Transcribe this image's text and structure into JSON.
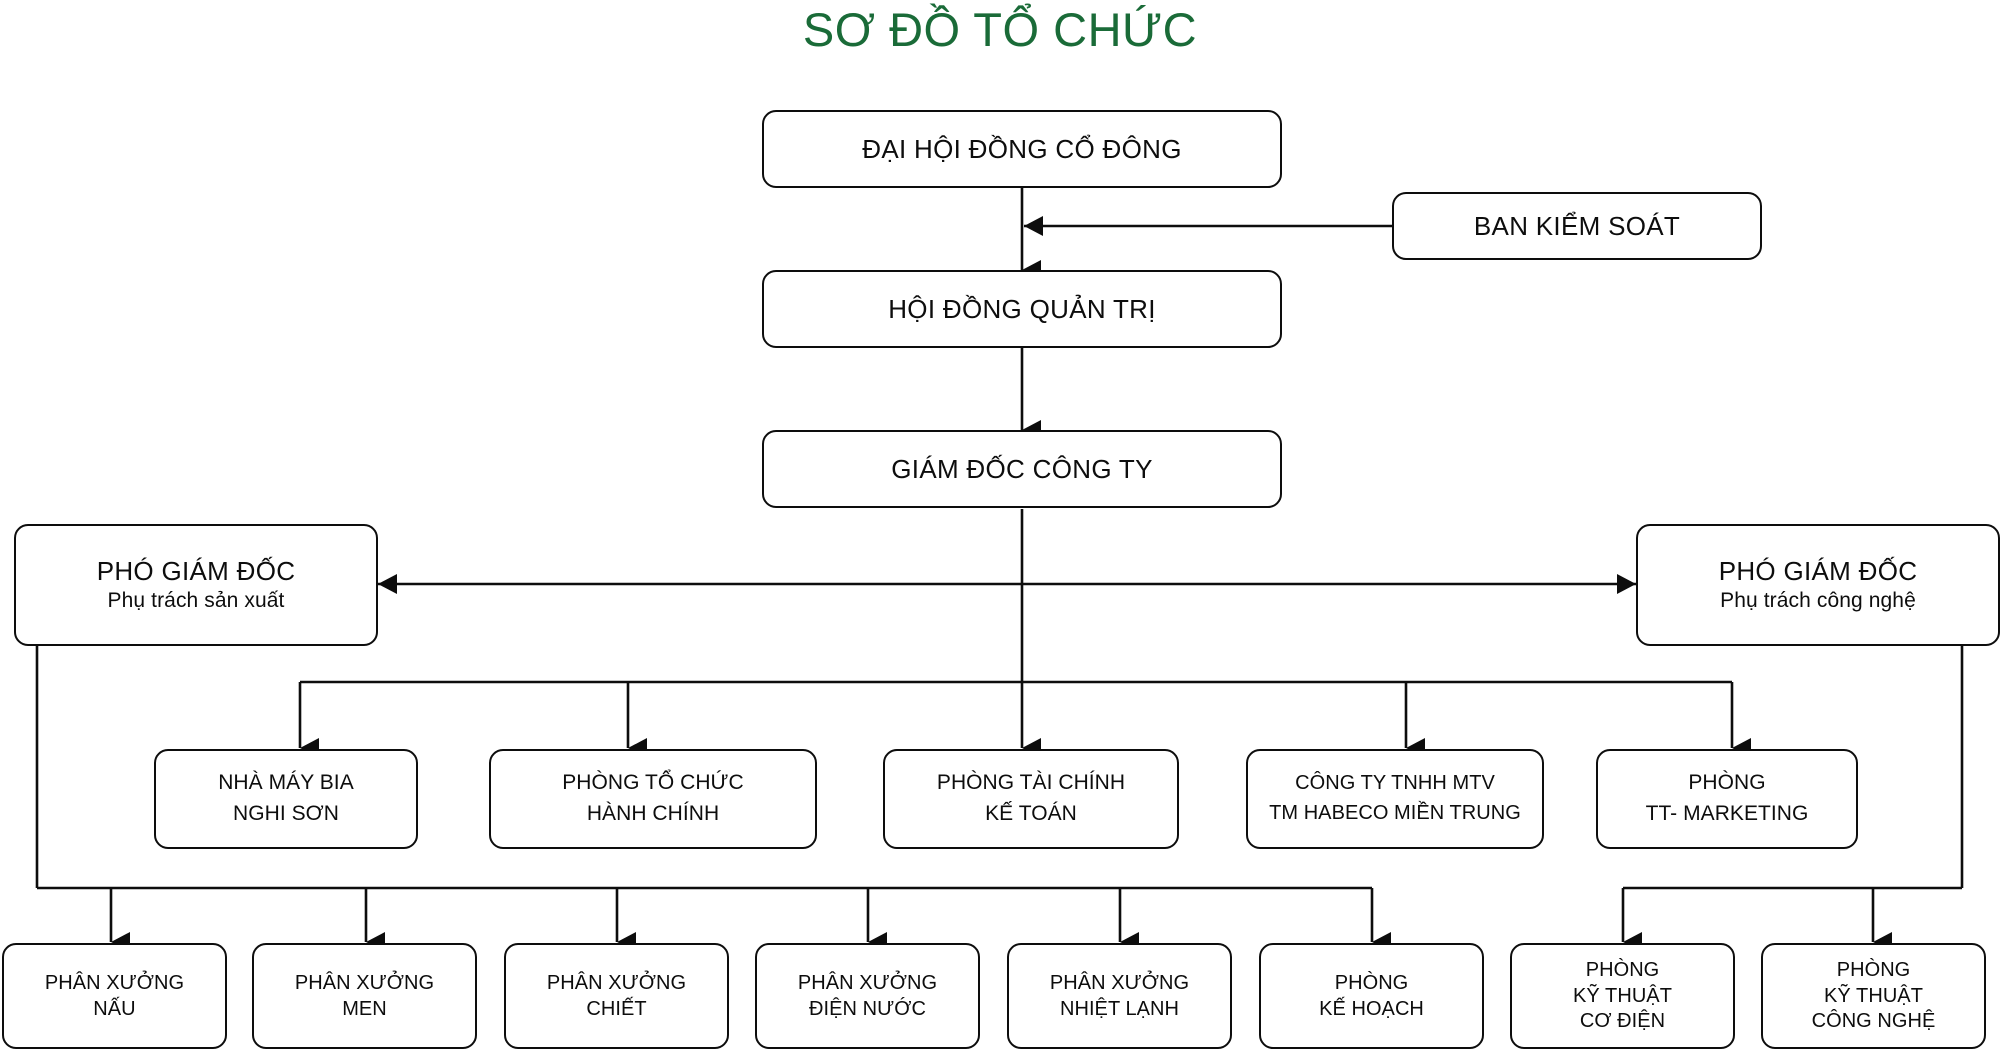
{
  "title": "SƠ ĐỒ TỔ CHỨC",
  "colors": {
    "title_green": "#1a6b38",
    "line_black": "#0d0d0d",
    "box_fill": "#ffffff"
  },
  "nodes": {
    "shareholders_meeting": {
      "label": "ĐẠI HỘI ĐỒNG CỔ ĐÔNG"
    },
    "supervisory_board": {
      "label": "BAN KIỂM SOÁT"
    },
    "board_of_directors": {
      "label": "HỘI ĐỒNG QUẢN TRỊ"
    },
    "general_director": {
      "label": "GIÁM ĐỐC CÔNG TY"
    },
    "deputy_production": {
      "title": "PHÓ GIÁM ĐỐC",
      "subtitle": "Phụ trách sản xuất"
    },
    "deputy_technology": {
      "title": "PHÓ GIÁM ĐỐC",
      "subtitle": "Phụ trách công nghệ"
    }
  },
  "departments": [
    {
      "line1": "NHÀ MÁY BIA",
      "line2": "NGHI SƠN"
    },
    {
      "line1": "PHÒNG TỔ CHỨC",
      "line2": "HÀNH CHÍNH"
    },
    {
      "line1": "PHÒNG TÀI CHÍNH",
      "line2": "KẾ TOÁN"
    },
    {
      "line1": "CÔNG TY TNHH MTV",
      "line2": "TM HABECO MIỀN TRUNG"
    },
    {
      "line1": "PHÒNG",
      "line2": "TT- MARKETING"
    }
  ],
  "units": [
    {
      "line1": "PHÂN XƯỞNG",
      "line2": "NẤU",
      "line3": ""
    },
    {
      "line1": "PHÂN XƯỞNG",
      "line2": "MEN",
      "line3": ""
    },
    {
      "line1": "PHÂN XƯỞNG",
      "line2": "CHIẾT",
      "line3": ""
    },
    {
      "line1": "PHÂN XƯỞNG",
      "line2": "ĐIỆN NƯỚC",
      "line3": ""
    },
    {
      "line1": "PHÂN XƯỞNG",
      "line2": "NHIỆT LẠNH",
      "line3": ""
    },
    {
      "line1": "PHÒNG",
      "line2": "KẾ HOẠCH",
      "line3": ""
    },
    {
      "line1": "PHÒNG",
      "line2": "KỸ THUẬT",
      "line3": "CƠ ĐIỆN"
    },
    {
      "line1": "PHÒNG",
      "line2": "KỸ THUẬT",
      "line3": "CÔNG NGHỆ"
    }
  ]
}
